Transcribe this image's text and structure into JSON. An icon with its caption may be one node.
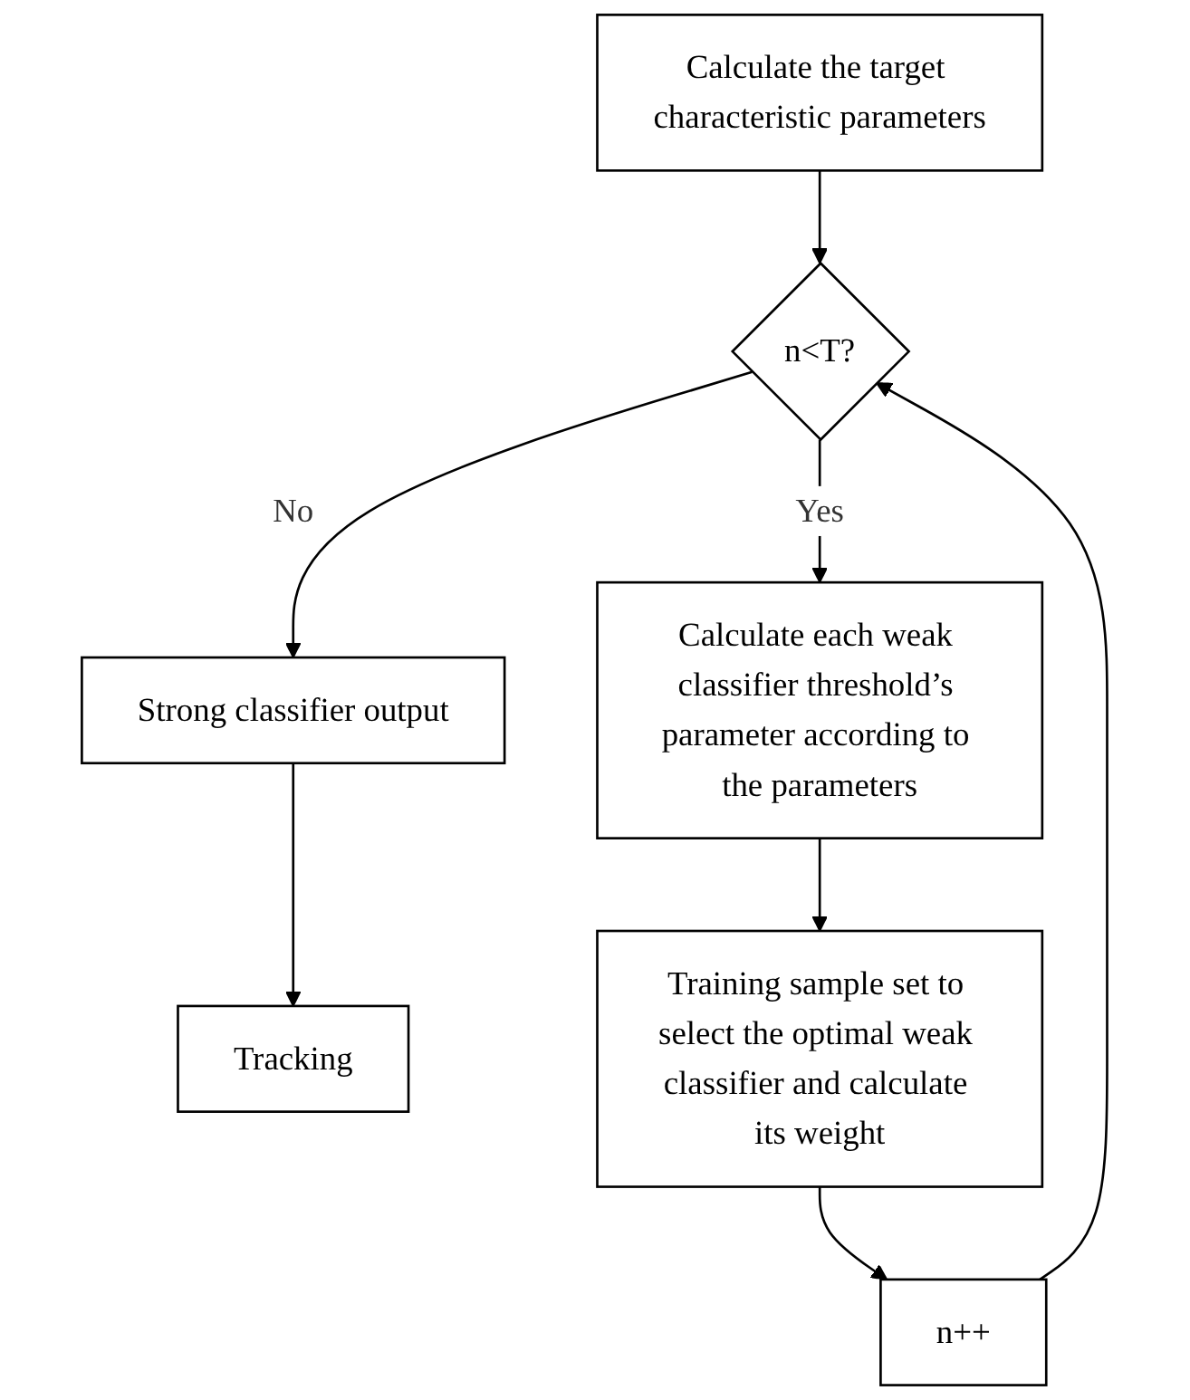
{
  "diagram": {
    "nodes": [
      {
        "text": [
          "Calculate the target characteristic parameters"
        ]
      },
      {
        "text": [
          "n<T?"
        ]
      },
      {
        "text": [
          "Strong classifier output"
        ]
      },
      {
        "text": [
          "Tracking"
        ]
      },
      {
        "text": [
          "Calculate each weak classifier threshold’s parameter according to the parameters"
        ]
      },
      {
        "text": [
          "Training sample set to select the optimal weak classifier and calculate its weight"
        ]
      },
      {
        "text": [
          "n++"
        ]
      }
    ],
    "edges": [
      {
        "from": 0,
        "to": 1,
        "arrow": "to"
      },
      {
        "from": 1,
        "to": 2,
        "arrow": "to",
        "label": "No"
      },
      {
        "from": 1,
        "to": 4,
        "arrow": "to",
        "label": "Yes"
      },
      {
        "from": 2,
        "to": 3,
        "arrow": "to"
      },
      {
        "from": 4,
        "to": 5,
        "arrow": "to"
      },
      {
        "from": 5,
        "to": 6,
        "arrow": "to"
      },
      {
        "from": 6,
        "to": 1,
        "arrow": "to"
      }
    ]
  }
}
